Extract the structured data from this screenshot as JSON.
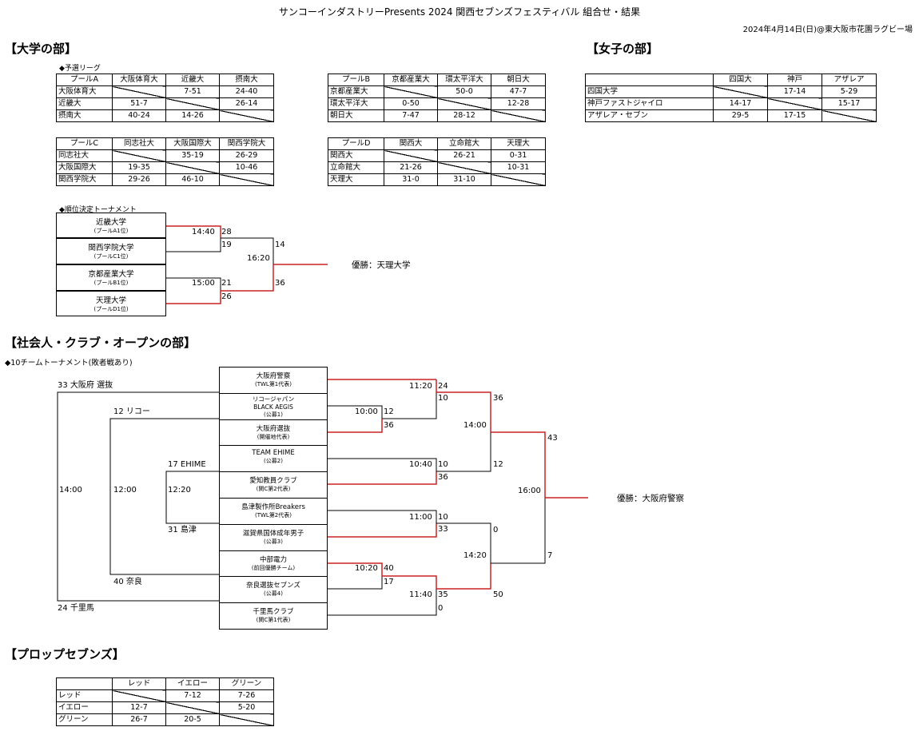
{
  "header": {
    "title": "サンコーインダストリーPresents 2024 関西セブンズフェスティバル 組合せ・結果",
    "date": "2024年4月14日(日)@東大阪市花園ラグビー場"
  },
  "university": {
    "heading": "【大学の部】",
    "league_label": "◆予選リーグ",
    "pool_a": {
      "header": [
        "プールA",
        "大阪体育大",
        "近畿大",
        "摂南大"
      ],
      "rows": [
        [
          "大阪体育大",
          "",
          "7-51",
          "24-40"
        ],
        [
          "近畿大",
          "51-7",
          "",
          "26-14"
        ],
        [
          "摂南大",
          "40-24",
          "14-26",
          ""
        ]
      ]
    },
    "pool_b": {
      "header": [
        "プールB",
        "京都産業大",
        "環太平洋大",
        "朝日大"
      ],
      "rows": [
        [
          "京都産業大",
          "",
          "50-0",
          "47-7"
        ],
        [
          "環太平洋大",
          "0-50",
          "",
          "12-28"
        ],
        [
          "朝日大",
          "7-47",
          "28-12",
          ""
        ]
      ]
    },
    "pool_c": {
      "header": [
        "プールC",
        "同志社大",
        "大阪国際大",
        "関西学院大"
      ],
      "rows": [
        [
          "同志社大",
          "",
          "35-19",
          "26-29"
        ],
        [
          "大阪国際大",
          "19-35",
          "",
          "10-46"
        ],
        [
          "関西学院大",
          "29-26",
          "46-10",
          ""
        ]
      ]
    },
    "pool_d": {
      "header": [
        "プールD",
        "関西大",
        "立命館大",
        "天理大"
      ],
      "rows": [
        [
          "関西大",
          "",
          "26-21",
          "0-31"
        ],
        [
          "立命館大",
          "21-26",
          "",
          "10-31"
        ],
        [
          "天理大",
          "31-0",
          "31-10",
          ""
        ]
      ]
    },
    "tournament_label": "◆順位決定トーナメント",
    "teams": [
      {
        "name": "近畿大学",
        "note": "(プールA1位)"
      },
      {
        "name": "関西学院大学",
        "note": "(プールC1位)"
      },
      {
        "name": "京都産業大学",
        "note": "(プールB1位)"
      },
      {
        "name": "天理大学",
        "note": "(プールD1位)"
      }
    ],
    "matches": [
      {
        "time": "14:40",
        "score_top": "28",
        "score_bottom": "19"
      },
      {
        "time": "15:00",
        "score_top": "21",
        "score_bottom": "26"
      },
      {
        "time": "16:20",
        "score_top": "14",
        "score_bottom": "36"
      }
    ],
    "champion": "優勝：天理大学"
  },
  "women": {
    "heading": "【女子の部】",
    "header": [
      "",
      "四国大",
      "神戸",
      "アザレア"
    ],
    "rows": [
      [
        "四国大学",
        "",
        "17-14",
        "5-29"
      ],
      [
        "神戸ファストジャイロ",
        "14-17",
        "",
        "15-17"
      ],
      [
        "アザレア・セブン",
        "29-5",
        "17-15",
        ""
      ]
    ]
  },
  "open": {
    "heading": "【社会人・クラブ・オープンの部】",
    "tournament_label": "◆10チームトーナメント(敗者戦あり)",
    "teams": [
      {
        "name": "大阪府警察",
        "note": "(TWL第1代表)"
      },
      {
        "name": "リコージャパン",
        "name2": "BLACK AEGIS",
        "note": "(公募1)"
      },
      {
        "name": "大阪府選抜",
        "note": "(開催地代表)"
      },
      {
        "name": "TEAM EHIME",
        "note": "(公募2)"
      },
      {
        "name": "愛知教員クラブ",
        "note": "(関C第2代表)"
      },
      {
        "name": "島津製作所Breakers",
        "note": "(TWL第2代表)"
      },
      {
        "name": "滋賀県国体成年男子",
        "note": "(公募3)"
      },
      {
        "name": "中部電力",
        "note": "(前回優勝チーム)"
      },
      {
        "name": "奈良選抜セブンズ",
        "note": "(公募4)"
      },
      {
        "name": "千里馬クラブ",
        "note": "(関C第1代表)"
      }
    ],
    "times": {
      "m1": "11:20",
      "m2": "10:00",
      "m3": "10:40",
      "m4": "11:00",
      "m5": "10:20",
      "m6": "11:40",
      "sf1": "14:00",
      "sf2": "14:20",
      "final": "16:00"
    },
    "scores": {
      "m1a": "24",
      "m1b": "10",
      "m2a": "12",
      "m2b": "36",
      "m3a": "10",
      "m3b": "36",
      "m4a": "10",
      "m4b": "33",
      "m5a": "40",
      "m5b": "17",
      "m6a": "35",
      "m6b": "0",
      "sf1a": "36",
      "sf1b": "12",
      "sf2a": "0",
      "sf2b": "50",
      "fa": "43",
      "fb": "7"
    },
    "losers": {
      "l1": "33 大阪府 選抜",
      "l2": "12 リコー",
      "l3": "17 EHIME",
      "l4": "31 島津",
      "l5": "40 奈良",
      "l6": "24 千里馬",
      "t1": "14:00",
      "t2": "12:00",
      "t3": "12:20"
    },
    "champion": "優勝：大阪府警察"
  },
  "plop": {
    "heading": "【プロップセブンズ】",
    "header": [
      "",
      "レッド",
      "イエロー",
      "グリーン"
    ],
    "rows": [
      [
        "レッド",
        "",
        "7-12",
        "7-26"
      ],
      [
        "イエロー",
        "12-7",
        "",
        "5-20"
      ],
      [
        "グリーン",
        "26-7",
        "20-5",
        ""
      ]
    ]
  },
  "colors": {
    "line": "#000000",
    "winner": "#cc2222"
  }
}
